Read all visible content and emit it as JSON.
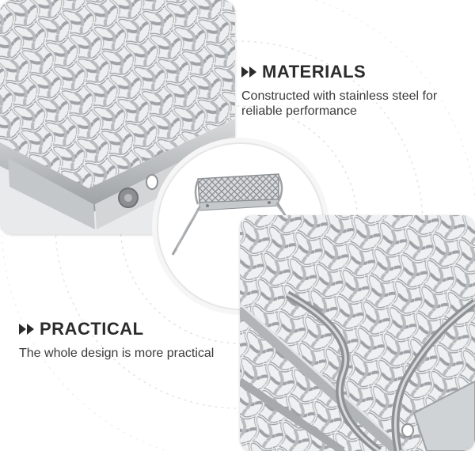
{
  "features": [
    {
      "icon": "double-chevron-right-icon",
      "title": "MATERIALS",
      "description": "Constructed with stainless steel for reliable performance"
    },
    {
      "icon": "double-chevron-right-icon",
      "title": "PRACTICAL",
      "description": "The whole design is more practical"
    }
  ],
  "colors": {
    "text": "#333333",
    "steel": "#a9acaf",
    "background": "#ffffff"
  }
}
